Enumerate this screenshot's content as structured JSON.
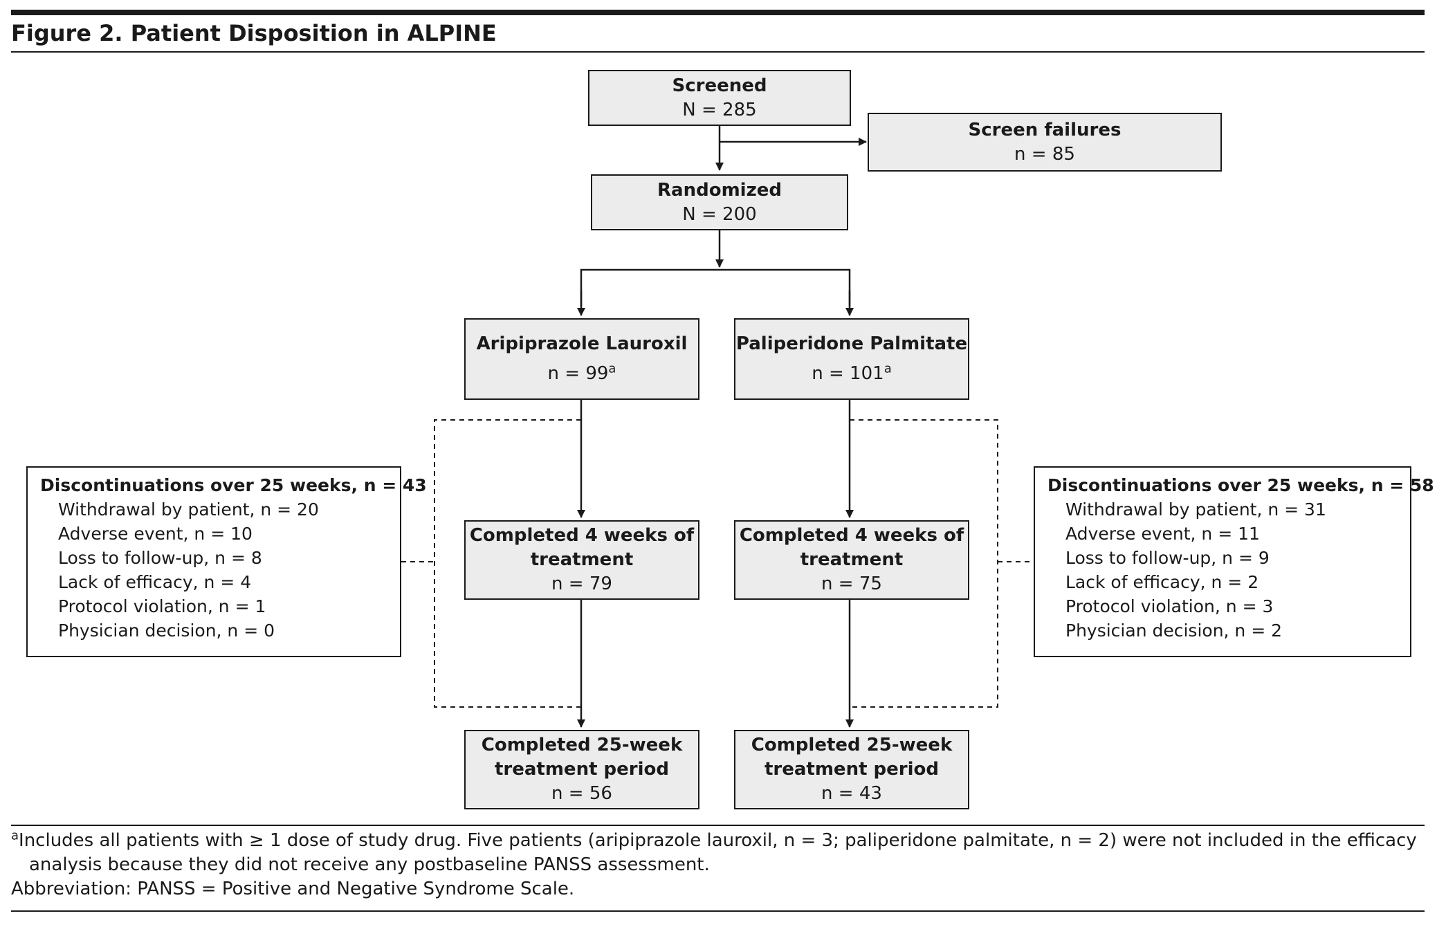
{
  "figure": {
    "title": "Figure 2. Patient Disposition in ALPINE"
  },
  "screened": {
    "label": "Screened",
    "count": "N = 285"
  },
  "screen_failures": {
    "label": "Screen failures",
    "count": "n = 85"
  },
  "randomized": {
    "label": "Randomized",
    "count": "N = 200"
  },
  "arms": [
    {
      "name": "Aripiprazole Lauroxil",
      "count": "n = 99",
      "count_note": "a",
      "completed_4wk": {
        "label_line1": "Completed 4 weeks of",
        "label_line2": "treatment",
        "count": "n = 79"
      },
      "completed_25wk": {
        "label_line1": "Completed 25-week",
        "label_line2": "treatment period",
        "count": "n = 56"
      },
      "discontinuations": {
        "heading": "Discontinuations over 25 weeks, n = 43",
        "reasons": [
          "Withdrawal by patient, n = 20",
          "Adverse event, n = 10",
          "Loss to follow-up, n = 8",
          "Lack of efficacy, n = 4",
          "Protocol violation, n = 1",
          "Physician decision, n = 0"
        ]
      }
    },
    {
      "name": "Paliperidone Palmitate",
      "count": "n = 101",
      "count_note": "a",
      "completed_4wk": {
        "label_line1": "Completed 4 weeks of",
        "label_line2": "treatment",
        "count": "n = 75"
      },
      "completed_25wk": {
        "label_line1": "Completed 25-week",
        "label_line2": "treatment period",
        "count": "n = 43"
      },
      "discontinuations": {
        "heading": "Discontinuations over 25 weeks, n = 58",
        "reasons": [
          "Withdrawal by patient, n = 31",
          "Adverse event, n = 11",
          "Loss to follow-up, n = 9",
          "Lack of efficacy, n = 2",
          "Protocol violation, n = 3",
          "Physician decision, n = 2"
        ]
      }
    }
  ],
  "footnotes": {
    "a_marker": "a",
    "a_line1": "Includes all patients with ≥ 1 dose of study drug. Five patients (aripiprazole lauroxil, n = 3; paliperidone palmitate, n = 2) were not included in the efficacy",
    "a_line2": "analysis because they did not receive any postbaseline PANSS assessment.",
    "abbreviation": "Abbreviation: PANSS = Positive and Negative Syndrome Scale."
  },
  "colors": {
    "box_fill": "#ececec",
    "line": "#1a1a1a"
  }
}
